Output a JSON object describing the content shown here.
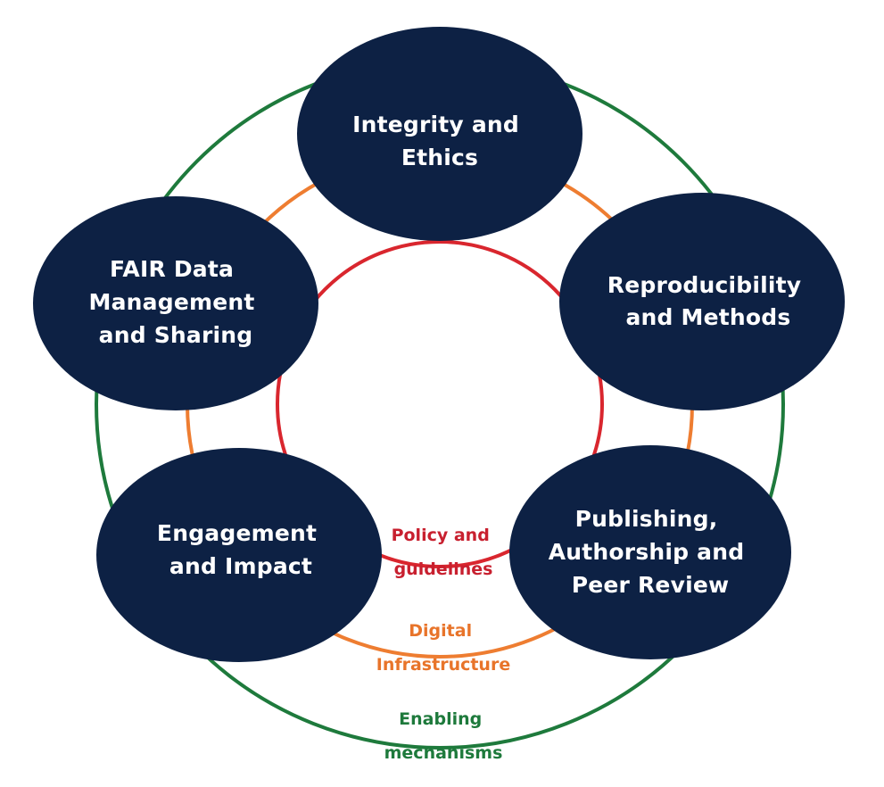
{
  "colors": {
    "node_fill": "#0d2144",
    "node_text": "#ffffff",
    "ring_outer": "#1e7a3c",
    "ring_middle": "#ee7d31",
    "ring_inner": "#d9262e",
    "label_outer": "#1e7a3c",
    "label_middle": "#e8742a",
    "label_inner": "#c8202f"
  },
  "nodes": [
    {
      "id": "integrity",
      "lines": [
        "Integrity and",
        "Ethics"
      ]
    },
    {
      "id": "reproducibility",
      "lines": [
        "Reproducibility",
        "and Methods"
      ]
    },
    {
      "id": "publishing",
      "lines": [
        "Publishing,",
        "Authorship and",
        "Peer Review"
      ]
    },
    {
      "id": "engagement",
      "lines": [
        "Engagement",
        "and Impact"
      ]
    },
    {
      "id": "fair-data",
      "lines": [
        "FAIR Data",
        "Management",
        "and Sharing"
      ]
    }
  ],
  "rings": {
    "inner": {
      "lines": [
        "Policy and",
        "guidelines"
      ]
    },
    "middle": {
      "lines": [
        "Digital",
        "Infrastructure"
      ]
    },
    "outer": {
      "lines": [
        "Enabling",
        "mechanisms"
      ]
    }
  }
}
